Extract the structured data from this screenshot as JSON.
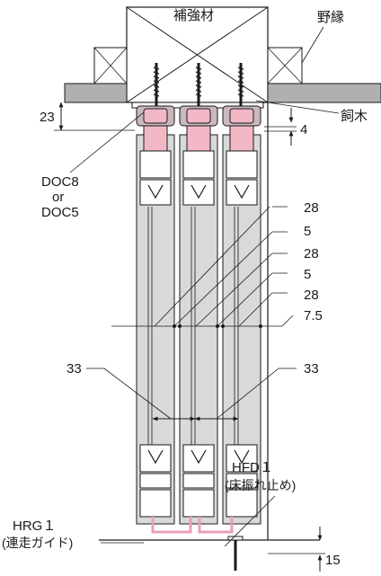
{
  "labels": {
    "reinforcement": "補強材",
    "nobuchi": "野縁",
    "kaigi": "飼木",
    "doc_line1": "DOC8",
    "doc_line2": "or",
    "doc_line3": "DOC5",
    "dim_23": "23",
    "dim_4": "4",
    "dim_28a": "28",
    "dim_5a": "5",
    "dim_28b": "28",
    "dim_5b": "5",
    "dim_28c": "28",
    "dim_7_5": "7.5",
    "dim_33_left": "33",
    "dim_33_right": "33",
    "hfd_line1": "HFD１",
    "hfd_line2": "(床振れ止め)",
    "hrg_line1": "HRG１",
    "hrg_line2": "(連走ガイド)",
    "dim_15": "15"
  },
  "colors": {
    "line": "#1a1a1a",
    "door_fill": "#d9d9d9",
    "ceiling_fill": "#b0b0b0",
    "roller_pink": "#f2b8c6",
    "roller_dark": "#c9b8bd",
    "guide_pink": "#e8a0b4"
  },
  "icons": {
    "screw": "wood-screw-icon",
    "roller": "door-roller-icon"
  }
}
